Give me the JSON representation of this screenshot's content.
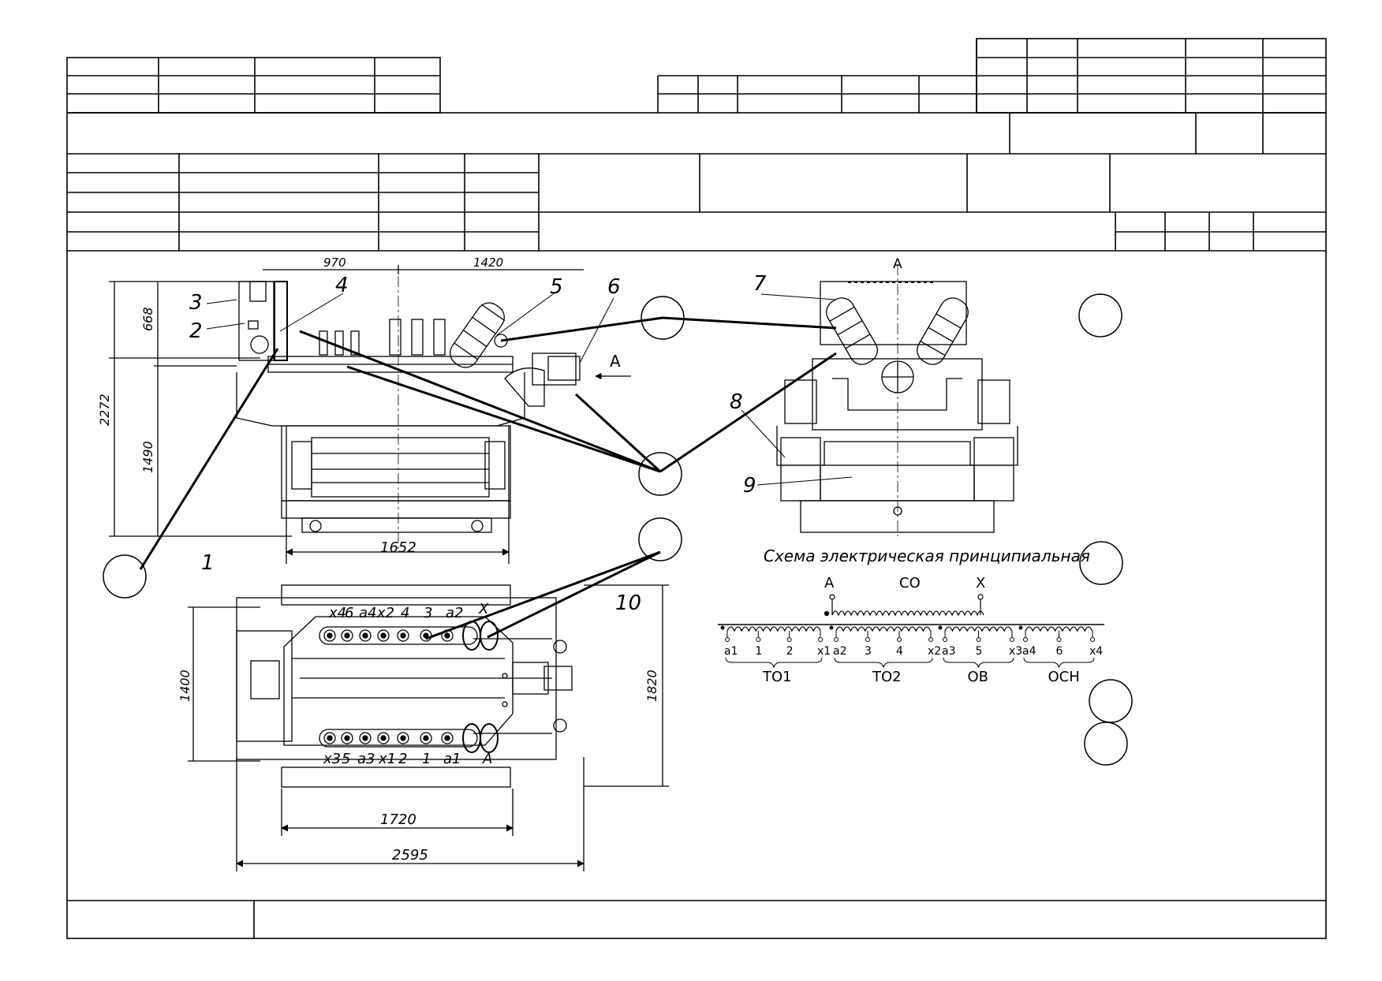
{
  "drawing": {
    "dimensions": {
      "top_left_width": "970",
      "top_right_width": "1420",
      "height_upper": "668",
      "height_total": "2272",
      "height_lower": "1490",
      "base_width": "1652",
      "plan_height": "1400",
      "plan_total_height": "1820",
      "plan_inner_width": "1720",
      "plan_total_width": "2595"
    },
    "view_arrow_label": "A",
    "end_view_label": "A",
    "part_numbers": [
      "1",
      "2",
      "3",
      "4",
      "5",
      "6",
      "7",
      "8",
      "9",
      "10"
    ],
    "plan_top_terminals": [
      "x4",
      "6",
      "a4",
      "x2",
      "4",
      "3",
      "a2",
      "X"
    ],
    "plan_bottom_terminals": [
      "x3",
      "5",
      "a3",
      "x1",
      "2",
      "1",
      "a1",
      "A"
    ]
  },
  "schematic": {
    "title": "Схема электрическая принципиальная",
    "primary": {
      "left": "A",
      "center": "CO",
      "right": "X"
    },
    "windings": [
      {
        "name": "TO1",
        "taps": [
          "a1",
          "1",
          "2",
          "x1"
        ]
      },
      {
        "name": "TO2",
        "taps": [
          "a2",
          "3",
          "4",
          "x2"
        ]
      },
      {
        "name": "OB",
        "taps": [
          "a3",
          "5",
          "x3"
        ]
      },
      {
        "name": "OCH",
        "taps": [
          "a4",
          "6",
          "x4"
        ]
      }
    ]
  },
  "colors": {
    "ink": "#000000",
    "paper": "#ffffff"
  }
}
